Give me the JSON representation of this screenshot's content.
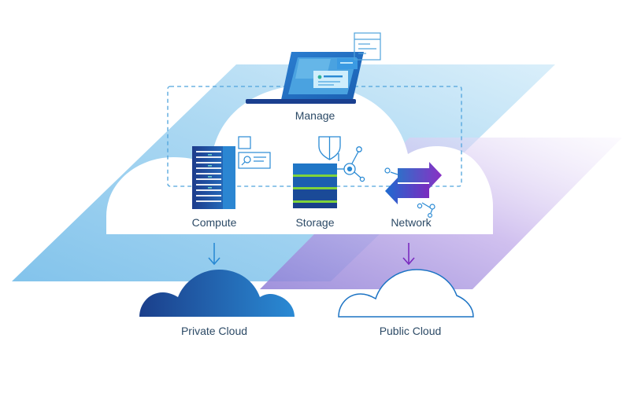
{
  "diagram": {
    "manage_label": "Manage",
    "compute_label": "Compute",
    "storage_label": "Storage",
    "network_label": "Network",
    "private_cloud_label": "Private Cloud",
    "public_cloud_label": "Public Cloud"
  },
  "icons": {
    "manage": "laptop-icon",
    "compute": "server-rack-icon",
    "storage": "database-stack-icon",
    "network": "exchange-arrows-icon",
    "private_cloud": "cloud-filled-icon",
    "public_cloud": "cloud-outline-icon"
  },
  "colors": {
    "accent_blue": "#1d74c4",
    "dark_blue": "#1b3f8b",
    "purple": "#7b2bbf",
    "green": "#7fd33a",
    "light_blue": "#a7d5f0",
    "lavender": "#d9c7ef"
  }
}
